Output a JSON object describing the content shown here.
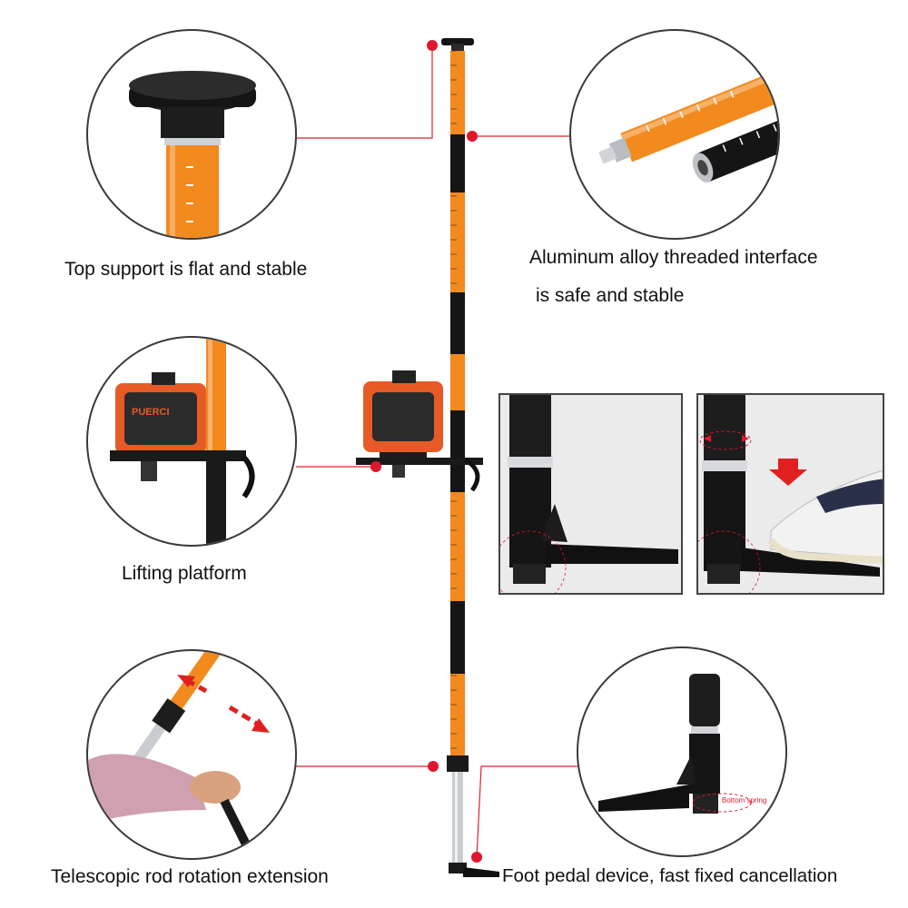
{
  "labels": {
    "top_support": "Top support is flat and stable",
    "threaded_line1": "Aluminum alloy threaded interface",
    "threaded_line2": "is safe and stable",
    "lifting_platform": "Lifting platform",
    "telescopic": "Telescopic rod rotation extension",
    "foot_pedal": "Foot pedal device, fast fixed cancellation"
  },
  "annotations": {
    "bottom_spring": "Bottom spring"
  },
  "brand": {
    "laser_logo": "PUERCI"
  },
  "colors": {
    "orange": "#f28a1e",
    "black": "#151515",
    "leader_line": "#d9242a",
    "callout_dot": "#e0162b",
    "arrow_red": "#e02020",
    "skin": "#d9a27e",
    "sleeve": "#cfa0b0"
  },
  "icons": {
    "callout_marker": "red-dot",
    "direction_arrow": "red-arrow"
  }
}
